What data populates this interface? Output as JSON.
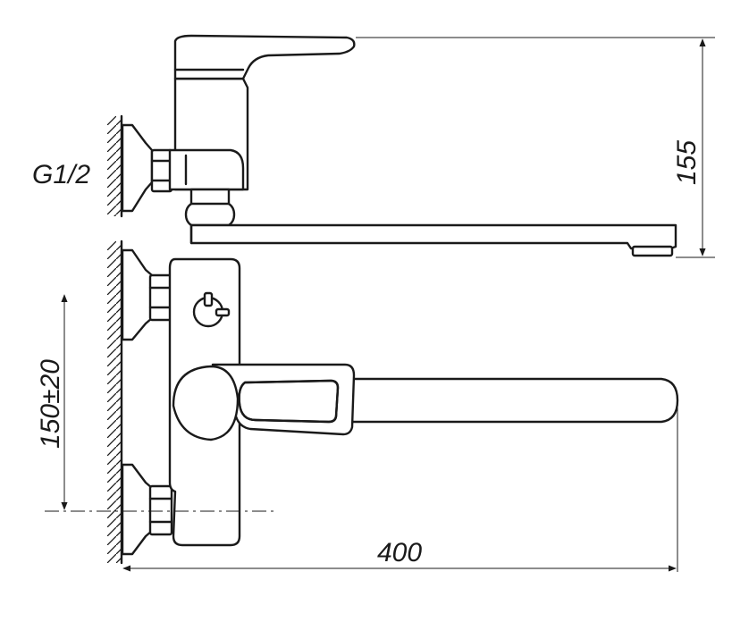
{
  "labels": {
    "thread": "G1/2",
    "height_dim": "155",
    "spacing_dim": "150±20",
    "length_dim": "400"
  }
}
